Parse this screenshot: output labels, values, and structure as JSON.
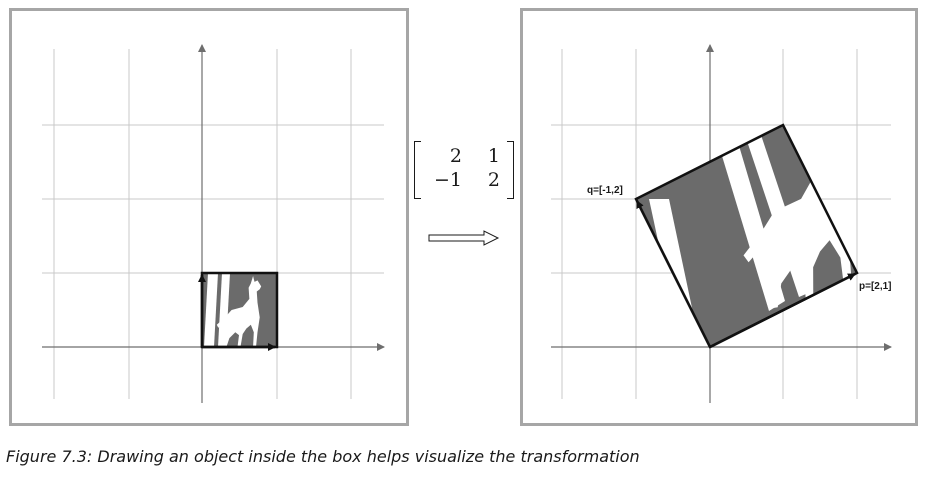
{
  "matrix": {
    "r1c1": "2",
    "r1c2": "1",
    "r2c1": "−1",
    "r2c2": "2"
  },
  "labels": {
    "q": "q=[-1,2]",
    "p": "p=[2,1]"
  },
  "caption": "Figure 7.3: Drawing an object inside the box helps visualize the transformation",
  "icons": [
    "coyote-silhouette-icon",
    "double-arrow-icon"
  ],
  "colors": {
    "grid": "#c8c8c8",
    "axis": "#6e6e6e",
    "box_fill": "#6b6b6b",
    "border": "#a6a6a6"
  }
}
